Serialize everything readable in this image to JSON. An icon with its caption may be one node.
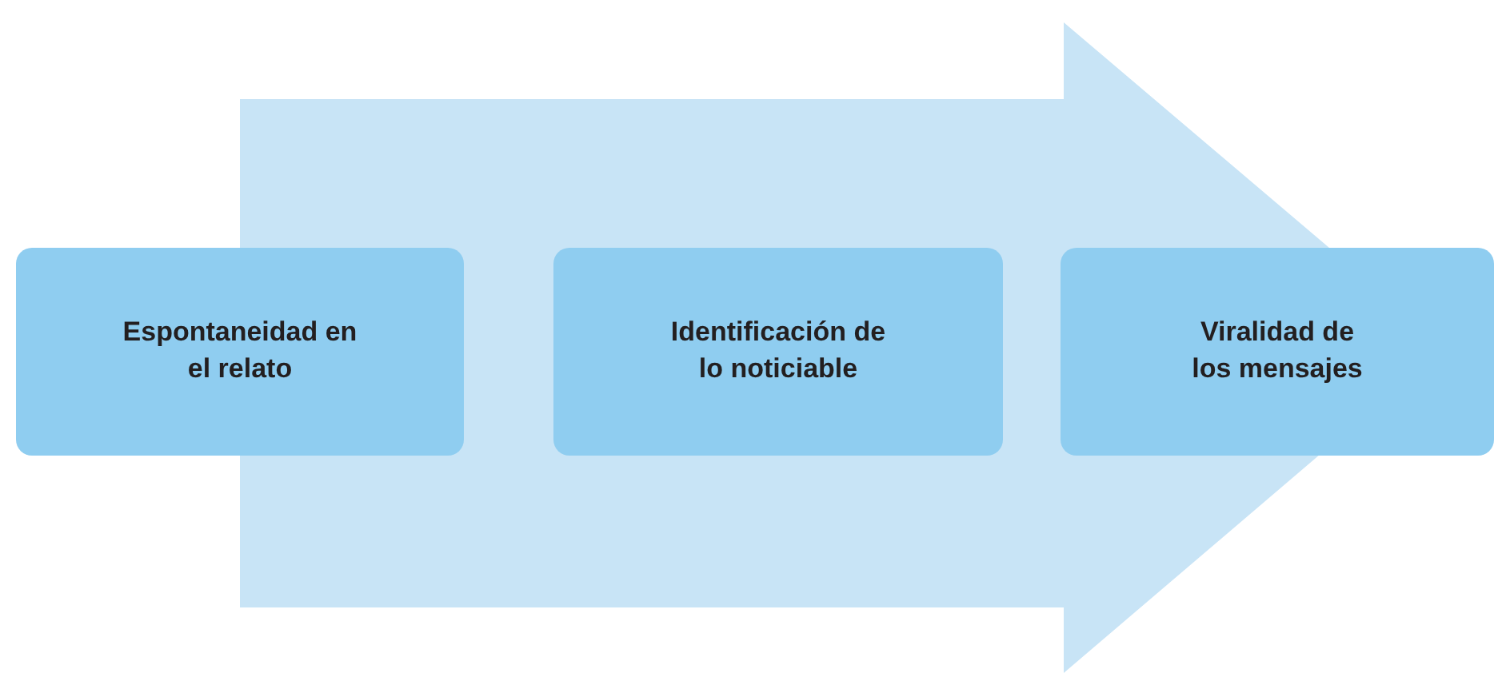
{
  "diagram": {
    "nodes": [
      {
        "text": [
          "Espontaneidad en el relato"
        ]
      },
      {
        "text": [
          "Identificación de lo noticiable"
        ]
      },
      {
        "text": [
          "Viralidad de los mensajes"
        ]
      }
    ],
    "edges": [
      {
        "from": 0,
        "to": 2,
        "arrow": "to"
      }
    ]
  }
}
